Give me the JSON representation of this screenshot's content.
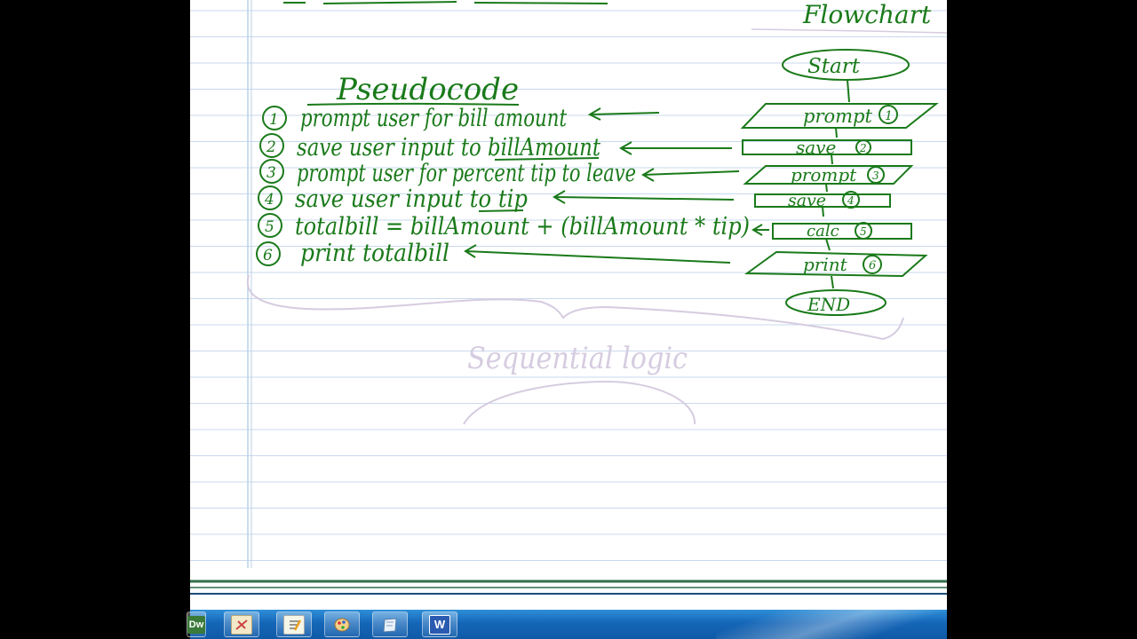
{
  "notebook": {
    "pseudocode_title": "Pseudocode",
    "flowchart_title": "Flowchart",
    "steps": [
      {
        "num": "1",
        "text": "prompt user for bill amount"
      },
      {
        "num": "2",
        "text": "save user input to billAmount"
      },
      {
        "num": "3",
        "text": "prompt user for percent tip to leave"
      },
      {
        "num": "4",
        "text": "save user input to tip"
      },
      {
        "num": "5",
        "text": "totalbill = billAmount + (billAmount * tip)"
      },
      {
        "num": "6",
        "text": "print totalbill"
      }
    ],
    "flow_nodes": {
      "start": "Start",
      "n1": "prompt",
      "n2": "save",
      "n3": "prompt",
      "n4": "save",
      "n5": "calc",
      "n6": "print",
      "end": "END"
    },
    "node_numbers": [
      "1",
      "2",
      "3",
      "4",
      "5",
      "6"
    ],
    "faint_label": "Sequential logic",
    "colors": {
      "ink": "#1a7a1a",
      "faint_ink": "#d6cce0",
      "rule": "#c9d9ee",
      "margin": "#bcd0ea"
    }
  },
  "taskbar": {
    "apps": [
      {
        "label": "Dw",
        "icon": "dreamweaver-icon"
      },
      {
        "label": "",
        "icon": "snipping-tool-icon"
      },
      {
        "label": "",
        "icon": "notepad-icon"
      },
      {
        "label": "",
        "icon": "paint-icon"
      },
      {
        "label": "",
        "icon": "journal-icon"
      },
      {
        "label": "W",
        "icon": "word-icon"
      }
    ]
  }
}
